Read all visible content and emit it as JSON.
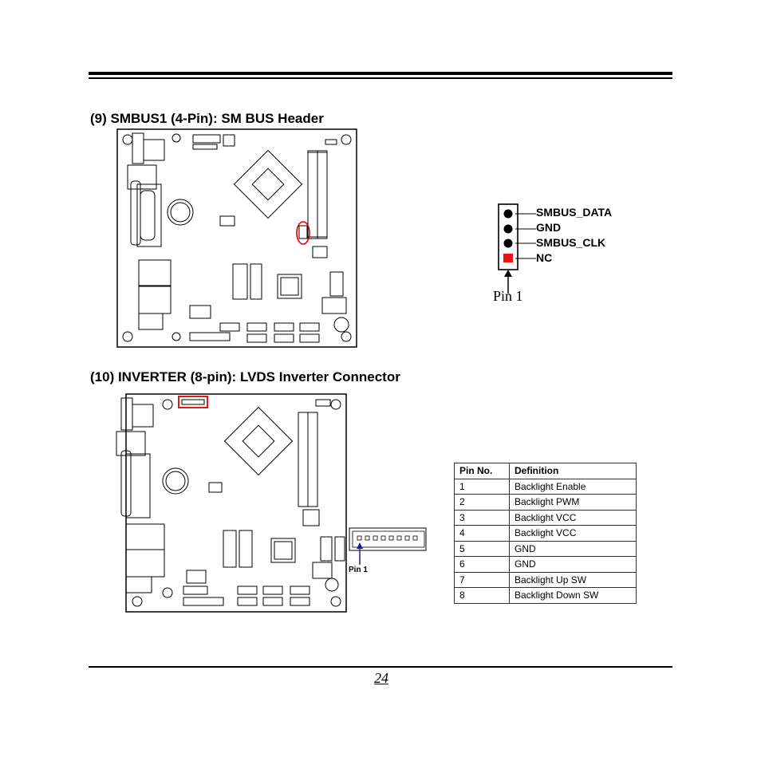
{
  "section9": {
    "title": "(9) SMBUS1 (4-Pin): SM BUS Header",
    "pins": [
      {
        "label": "SMBUS_DATA",
        "shape": "round"
      },
      {
        "label": "GND",
        "shape": "round"
      },
      {
        "label": "SMBUS_CLK",
        "shape": "round"
      },
      {
        "label": "NC",
        "shape": "square"
      }
    ],
    "pin1_label": "Pin 1"
  },
  "section10": {
    "title": "(10) INVERTER (8-pin): LVDS Inverter Connector",
    "pin1_label": "Pin 1",
    "table": {
      "headers": [
        "Pin No.",
        "Definition"
      ],
      "rows": [
        [
          "1",
          "Backlight Enable"
        ],
        [
          "2",
          "Backlight PWM"
        ],
        [
          "3",
          "Backlight VCC"
        ],
        [
          "4",
          "Backlight VCC"
        ],
        [
          "5",
          "GND"
        ],
        [
          "6",
          "GND"
        ],
        [
          "7",
          "Backlight Up SW"
        ],
        [
          "8",
          "Backlight Down SW"
        ]
      ]
    }
  },
  "page_number": "24",
  "colors": {
    "highlight": "#e00000",
    "arrow": "#1a1aa6",
    "nc_pin": "#ee1111"
  }
}
